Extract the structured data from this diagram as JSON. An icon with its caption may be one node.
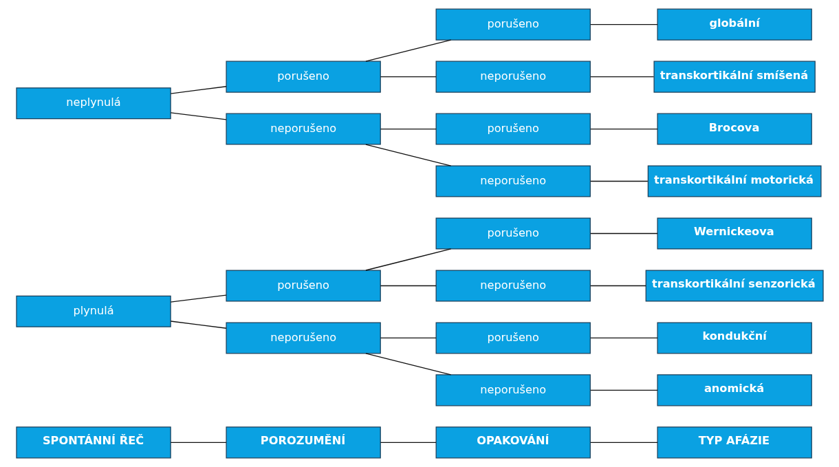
{
  "diagram": {
    "nodes": [
      {
        "text": [
          "SPONTÁNNÍ ŘEČ"
        ]
      },
      {
        "text": [
          "POROZUMĚNÍ"
        ]
      },
      {
        "text": [
          "OPAKOVÁNÍ"
        ]
      },
      {
        "text": [
          "TYP AFÁZIE"
        ]
      },
      {
        "text": [
          "plynulá"
        ]
      },
      {
        "text": [
          "porušeno"
        ]
      },
      {
        "text": [
          "neporušeno"
        ]
      },
      {
        "text": [
          "porušeno"
        ]
      },
      {
        "text": [
          "Wernickeova"
        ]
      },
      {
        "text": [
          "neporušeno"
        ]
      },
      {
        "text": [
          "transkortikální senzorická"
        ]
      },
      {
        "text": [
          "porušeno"
        ]
      },
      {
        "text": [
          "kondukční"
        ]
      },
      {
        "text": [
          "neporušeno"
        ]
      },
      {
        "text": [
          "anomická"
        ]
      },
      {
        "text": [
          "neplynulá"
        ]
      },
      {
        "text": [
          "porušeno"
        ]
      },
      {
        "text": [
          "neporušeno"
        ]
      },
      {
        "text": [
          "porušeno"
        ]
      },
      {
        "text": [
          "globální"
        ]
      },
      {
        "text": [
          "neporušeno"
        ]
      },
      {
        "text": [
          "transkortikální smíšená"
        ]
      },
      {
        "text": [
          "porušeno"
        ]
      },
      {
        "text": [
          "Brocova"
        ]
      },
      {
        "text": [
          "neporušeno"
        ]
      },
      {
        "text": [
          "transkortikální motorická"
        ]
      }
    ],
    "edges": [
      {
        "from": 0,
        "to": 1,
        "arrow": "none"
      },
      {
        "from": 1,
        "to": 2,
        "arrow": "none"
      },
      {
        "from": 2,
        "to": 3,
        "arrow": "none"
      },
      {
        "from": 4,
        "to": 5,
        "arrow": "none"
      },
      {
        "from": 4,
        "to": 6,
        "arrow": "none"
      },
      {
        "from": 5,
        "to": 7,
        "arrow": "none"
      },
      {
        "from": 5,
        "to": 9,
        "arrow": "none"
      },
      {
        "from": 7,
        "to": 8,
        "arrow": "none"
      },
      {
        "from": 9,
        "to": 10,
        "arrow": "none"
      },
      {
        "from": 6,
        "to": 11,
        "arrow": "none"
      },
      {
        "from": 6,
        "to": 13,
        "arrow": "none"
      },
      {
        "from": 11,
        "to": 12,
        "arrow": "none"
      },
      {
        "from": 13,
        "to": 14,
        "arrow": "none"
      },
      {
        "from": 15,
        "to": 16,
        "arrow": "none"
      },
      {
        "from": 15,
        "to": 17,
        "arrow": "none"
      },
      {
        "from": 16,
        "to": 18,
        "arrow": "none"
      },
      {
        "from": 16,
        "to": 20,
        "arrow": "none"
      },
      {
        "from": 18,
        "to": 19,
        "arrow": "none"
      },
      {
        "from": 20,
        "to": 21,
        "arrow": "none"
      },
      {
        "from": 17,
        "to": 22,
        "arrow": "none"
      },
      {
        "from": 17,
        "to": 24,
        "arrow": "none"
      },
      {
        "from": 22,
        "to": 23,
        "arrow": "none"
      },
      {
        "from": 24,
        "to": 25,
        "arrow": "none"
      }
    ]
  }
}
